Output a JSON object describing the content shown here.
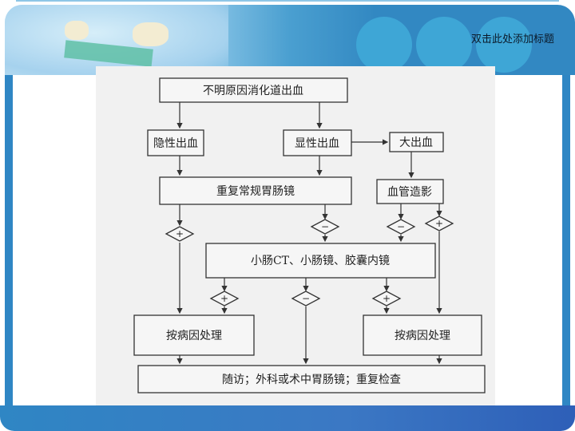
{
  "slide": {
    "title": "双击此处添加标题"
  },
  "flowchart": {
    "start": "不明原因消化道出血",
    "occult": "隐性出血",
    "overt": "显性出血",
    "massive": "大出血",
    "repeat_endoscopy": "重复常规胃肠镜",
    "angiography": "血管造影",
    "small_bowel": "小肠CT、小肠镜、胶囊内镜",
    "treat_left": "按病因处理",
    "treat_right": "按病因处理",
    "followup": "随访；外科或术中胃肠镜；重复检查",
    "positive": "+",
    "negative": "−"
  },
  "colors": {
    "accent": "#3288c2"
  }
}
